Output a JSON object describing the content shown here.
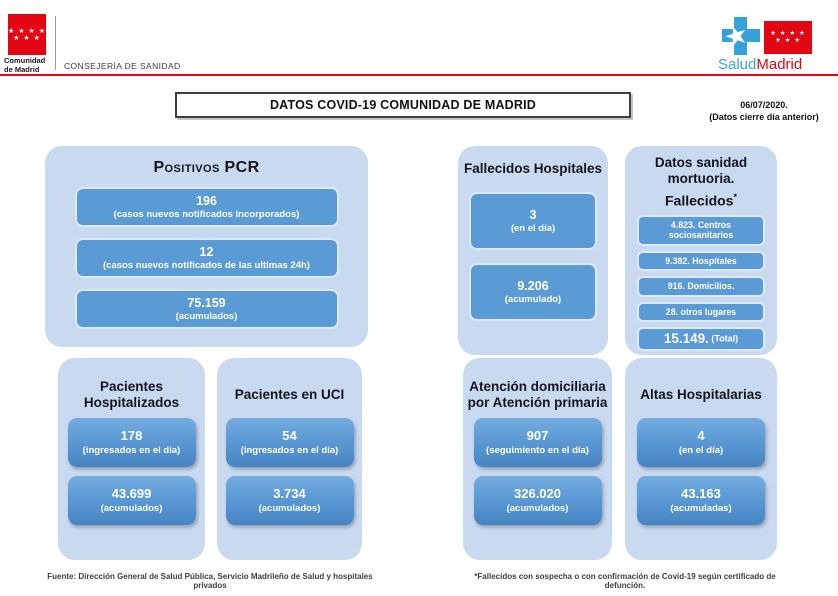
{
  "header": {
    "org": {
      "line1": "Comunidad",
      "line2": "de Madrid"
    },
    "department": "CONSEJERÍA DE SANIDAD",
    "brand": {
      "salud": "Salud",
      "madrid": "Madrid"
    },
    "title": "DATOS COVID-19 COMUNIDAD DE MADRID",
    "date": "06/07/2020.",
    "date_note": "(Datos cierre día anterior)"
  },
  "icons": {
    "flag_stars_row1": "★ ★ ★ ★",
    "flag_stars_row2": "★ ★ ★",
    "logo_star": "★"
  },
  "cards": {
    "pcr": {
      "title": "Positivos PCR",
      "stats": [
        {
          "value": "196",
          "label": "(casos nuevos notificados incorporados)"
        },
        {
          "value": "12",
          "label": "(casos nuevos notificados de las ultimas 24h)"
        },
        {
          "value": "75.159",
          "label": "(acumulados)"
        }
      ]
    },
    "fallecidos_hospitales": {
      "title": "Fallecidos Hospitales",
      "stats": [
        {
          "value": "3",
          "label": "(en el día)"
        },
        {
          "value": "9.206",
          "label": "(acumulado)"
        }
      ]
    },
    "sanidad_mortuoria": {
      "title": "Datos sanidad mortuoria.",
      "subtitle": "Fallecidos",
      "asterisk": "*",
      "items": [
        "4.823. Centros sociosanitarios",
        "9.382. Hospitales",
        "916. Domicilios.",
        "28. otros lugares"
      ],
      "total_value": "15.149.",
      "total_label": "(Total)"
    },
    "hospitalizados": {
      "title": "Pacientes Hospitalizados",
      "stats": [
        {
          "value": "178",
          "label": "(ingresados en el día)"
        },
        {
          "value": "43.699",
          "label": "(acumulados)"
        }
      ]
    },
    "uci": {
      "title": "Pacientes en UCI",
      "stats": [
        {
          "value": "54",
          "label": "(ingresados en el día)"
        },
        {
          "value": "3.734",
          "label": "(acumulados)"
        }
      ]
    },
    "atencion_domiciliaria": {
      "title": "Atención domiciliaria por Atención primaria",
      "stats": [
        {
          "value": "907",
          "label": "(seguimiento en el día)"
        },
        {
          "value": "326.020",
          "label": "(acumulados)"
        }
      ]
    },
    "altas": {
      "title": "Altas Hospitalarias",
      "stats": [
        {
          "value": "4",
          "label": "(en el día)"
        },
        {
          "value": "43.163",
          "label": "(acumuladas)"
        }
      ]
    }
  },
  "footer": {
    "source": "Fuente: Dirección General de Salud Pública, Servicio Madrileño de Salud y hospitales privados",
    "note": "*Fallecidos con sospecha o con confirmación de Covid-19 según certificado de defunción."
  },
  "colors": {
    "accent_red": "#e30613",
    "brand_blue": "#35a2db",
    "card_bg": "#c9d9f0",
    "stat_blue": "#5b9bd5"
  }
}
